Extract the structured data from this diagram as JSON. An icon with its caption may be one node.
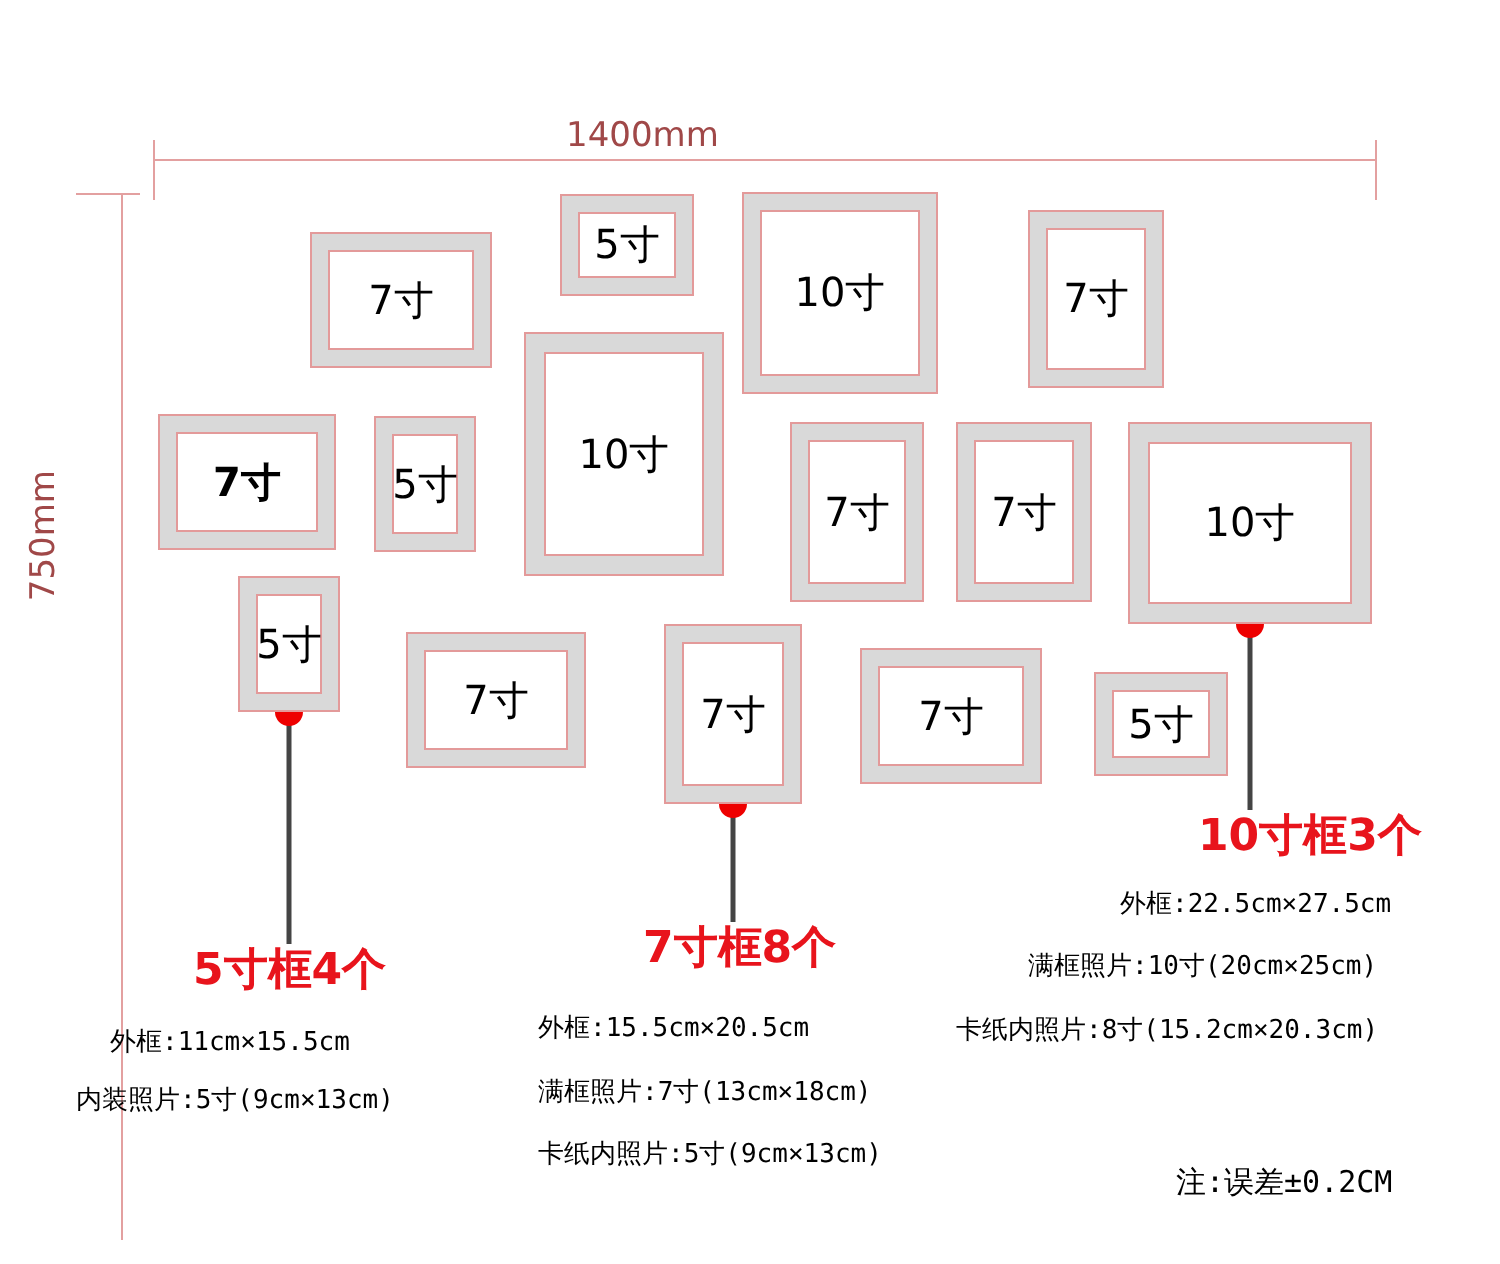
{
  "diagram": {
    "nodes": [
      {
        "text": [
          "7寸"
        ]
      },
      {
        "text": [
          "5寸"
        ]
      },
      {
        "text": [
          "10寸"
        ]
      },
      {
        "text": [
          "7寸"
        ]
      },
      {
        "text": [
          "7寸"
        ]
      },
      {
        "text": [
          "5寸"
        ]
      },
      {
        "text": [
          "10寸"
        ]
      },
      {
        "text": [
          "7寸"
        ]
      },
      {
        "text": [
          "7寸"
        ]
      },
      {
        "text": [
          "10寸"
        ]
      },
      {
        "text": [
          "5寸"
        ]
      },
      {
        "text": [
          "7寸"
        ]
      },
      {
        "text": [
          "7寸"
        ]
      },
      {
        "text": [
          "7寸"
        ]
      },
      {
        "text": [
          "5寸"
        ]
      },
      {
        "text": [
          "5寸框4个",
          "外框:11cm×15.5cm",
          "内装照片:5寸(9cm×13cm)"
        ]
      },
      {
        "text": [
          "7寸框8个",
          "外框:15.5cm×20.5cm",
          "满框照片:7寸(13cm×18cm)",
          "卡纸内照片:5寸(9cm×13cm)"
        ]
      },
      {
        "text": [
          "10寸框3个",
          "外框:22.5cm×27.5cm",
          "满框照片:10寸(20cm×25cm)",
          "卡纸内照片:8寸(15.2cm×20.3cm)"
        ]
      }
    ],
    "edges": [
      {
        "from": 15,
        "to": 10,
        "arrow": "other"
      },
      {
        "from": 16,
        "to": 12,
        "arrow": "other"
      },
      {
        "from": 17,
        "to": 9,
        "arrow": "other"
      }
    ],
    "labels": [
      "1400mm",
      "750mm",
      "注:误差±0.2CM"
    ]
  }
}
